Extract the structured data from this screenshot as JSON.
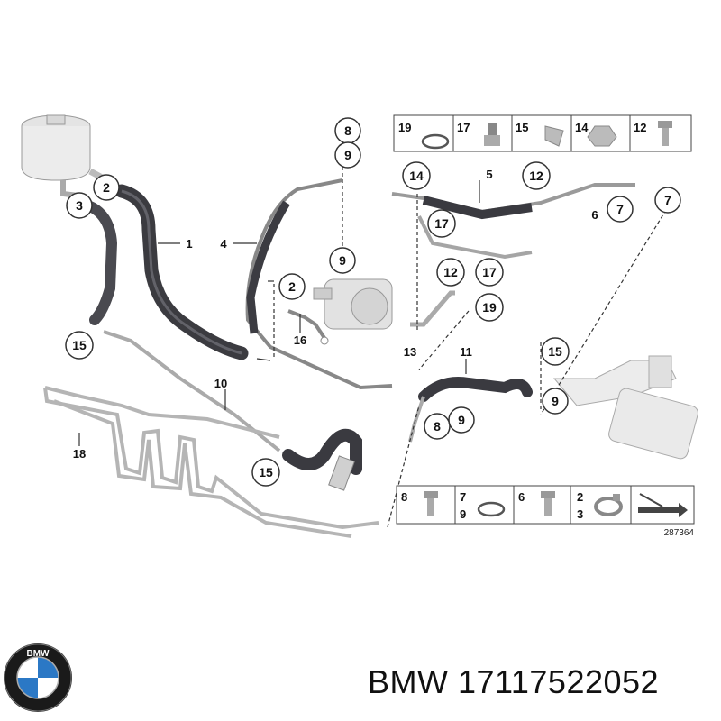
{
  "brand": "BMW",
  "part_number": "17117522052",
  "diagram_ref": "287364",
  "logo_text": "BMW",
  "callouts": {
    "c2a": "2",
    "c3": "3",
    "c1": "1",
    "c15a": "15",
    "c4": "4",
    "c8a": "8",
    "c9a": "9",
    "c9b": "9",
    "c2b": "2",
    "c16": "16",
    "c14": "14",
    "c5": "5",
    "c12a": "12",
    "c17a": "17",
    "c12b": "12",
    "c17b": "17",
    "c19": "19",
    "c13": "13",
    "c6": "6",
    "c7a": "7",
    "c7b": "7",
    "c11": "11",
    "c15b": "15",
    "c9c": "9",
    "c8b": "8",
    "c9d": "9",
    "c10": "10",
    "c18": "18",
    "c15c": "15"
  },
  "legend_top": [
    "19",
    "17",
    "15",
    "14",
    "12"
  ],
  "legend_bottom": [
    "8",
    "7",
    "9",
    "6",
    "2",
    "3"
  ]
}
